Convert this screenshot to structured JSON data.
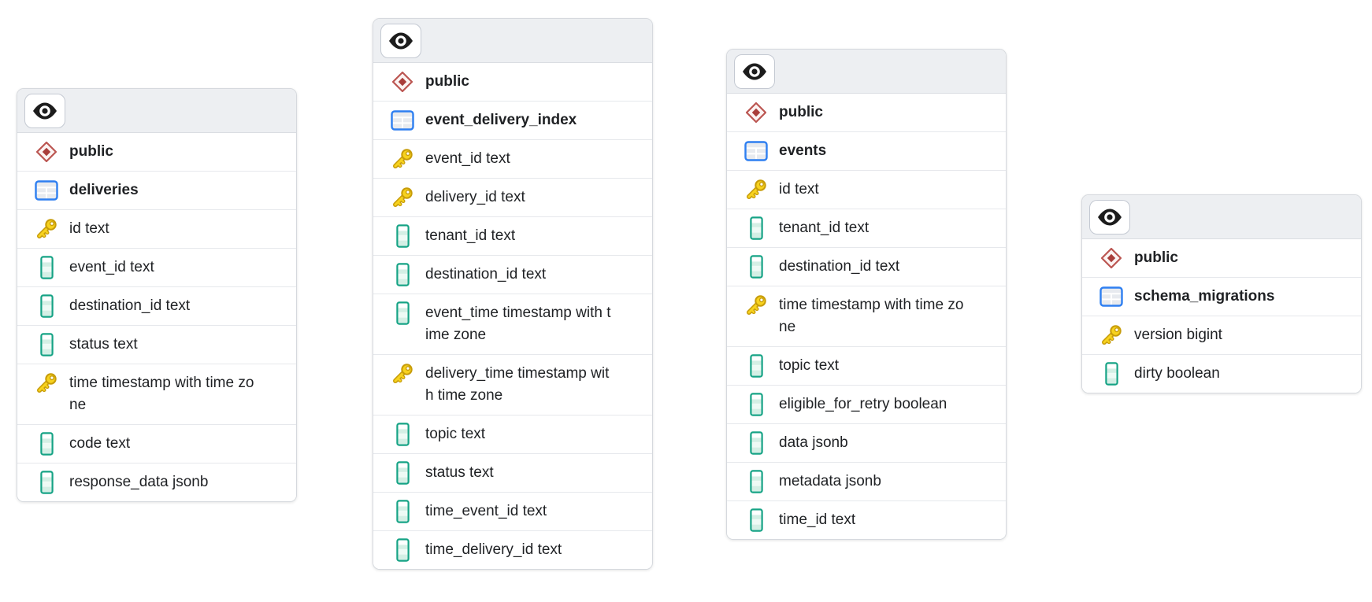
{
  "colors": {
    "canvas_bg": "#ffffff",
    "card_bg": "#ffffff",
    "card_border": "#d6d9de",
    "header_bg": "#edeff2",
    "header_divider": "#dadde2",
    "row_divider": "#e6e8ec",
    "text": "#1f2124",
    "eye_button_border": "#c4c9d2",
    "eye_icon": "#1c1c1c",
    "schema_icon": "#b04a46",
    "table_icon": "#2e7ff1",
    "key_icon": "#edc71c",
    "column_icon": "#16a385"
  },
  "icons": {
    "header_button": "eye-icon",
    "schema": "schema-diamond-icon",
    "table": "table-grid-icon",
    "primary_key": "key-icon",
    "column": "column-icon"
  },
  "tables": [
    {
      "schema": "public",
      "name": "deliveries",
      "columns": [
        {
          "name": "id",
          "type": "text",
          "primary_key": true
        },
        {
          "name": "event_id",
          "type": "text",
          "primary_key": false
        },
        {
          "name": "destination_id",
          "type": "text",
          "primary_key": false
        },
        {
          "name": "status",
          "type": "text",
          "primary_key": false
        },
        {
          "name": "time",
          "type": "timestamp with time zone",
          "primary_key": true
        },
        {
          "name": "code",
          "type": "text",
          "primary_key": false
        },
        {
          "name": "response_data",
          "type": "jsonb",
          "primary_key": false
        }
      ]
    },
    {
      "schema": "public",
      "name": "event_delivery_index",
      "columns": [
        {
          "name": "event_id",
          "type": "text",
          "primary_key": true
        },
        {
          "name": "delivery_id",
          "type": "text",
          "primary_key": true
        },
        {
          "name": "tenant_id",
          "type": "text",
          "primary_key": false
        },
        {
          "name": "destination_id",
          "type": "text",
          "primary_key": false
        },
        {
          "name": "event_time",
          "type": "timestamp with time zone",
          "primary_key": false
        },
        {
          "name": "delivery_time",
          "type": "timestamp with time zone",
          "primary_key": true
        },
        {
          "name": "topic",
          "type": "text",
          "primary_key": false
        },
        {
          "name": "status",
          "type": "text",
          "primary_key": false
        },
        {
          "name": "time_event_id",
          "type": "text",
          "primary_key": false
        },
        {
          "name": "time_delivery_id",
          "type": "text",
          "primary_key": false
        }
      ]
    },
    {
      "schema": "public",
      "name": "events",
      "columns": [
        {
          "name": "id",
          "type": "text",
          "primary_key": true
        },
        {
          "name": "tenant_id",
          "type": "text",
          "primary_key": false
        },
        {
          "name": "destination_id",
          "type": "text",
          "primary_key": false
        },
        {
          "name": "time",
          "type": "timestamp with time zone",
          "primary_key": true
        },
        {
          "name": "topic",
          "type": "text",
          "primary_key": false
        },
        {
          "name": "eligible_for_retry",
          "type": "boolean",
          "primary_key": false
        },
        {
          "name": "data",
          "type": "jsonb",
          "primary_key": false
        },
        {
          "name": "metadata",
          "type": "jsonb",
          "primary_key": false
        },
        {
          "name": "time_id",
          "type": "text",
          "primary_key": false
        }
      ]
    },
    {
      "schema": "public",
      "name": "schema_migrations",
      "columns": [
        {
          "name": "version",
          "type": "bigint",
          "primary_key": true
        },
        {
          "name": "dirty",
          "type": "boolean",
          "primary_key": false
        }
      ]
    }
  ]
}
